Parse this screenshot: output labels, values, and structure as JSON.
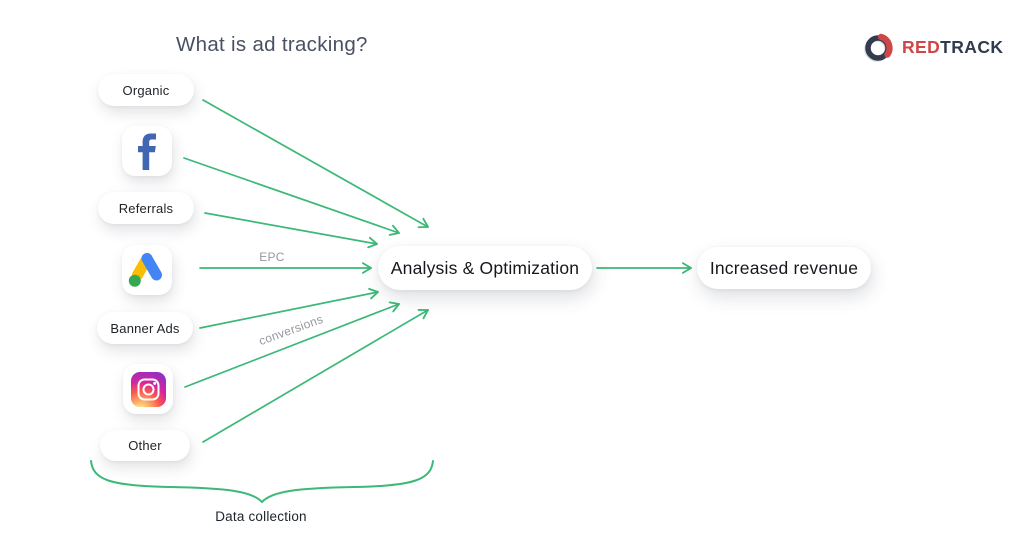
{
  "title": "What is ad tracking?",
  "logo": {
    "word_red": "RED",
    "word_track": "TRACK",
    "icon": "redtrack-ring-icon"
  },
  "sources": {
    "organic": {
      "label": "Organic"
    },
    "facebook": {
      "icon": "facebook-icon"
    },
    "referrals": {
      "label": "Referrals"
    },
    "google_ads": {
      "icon": "google-ads-icon"
    },
    "banner_ads": {
      "label": "Banner Ads"
    },
    "instagram": {
      "icon": "instagram-icon"
    },
    "other": {
      "label": "Other"
    }
  },
  "nodes": {
    "analysis": {
      "label": "Analysis & Optimization"
    },
    "revenue": {
      "label": "Increased revenue"
    }
  },
  "edge_labels": {
    "epc": "EPC",
    "conversions": "conversions"
  },
  "annotation": {
    "data_collection": "Data collection"
  },
  "colors": {
    "arrow_green": "#3cb878",
    "title_text": "#4a5063",
    "facebook_blue": "#4267b2",
    "google_yellow": "#fbbc04",
    "google_blue": "#4285f4",
    "google_green": "#34a853",
    "logo_red": "#cf4647",
    "logo_dark": "#313b4e"
  }
}
